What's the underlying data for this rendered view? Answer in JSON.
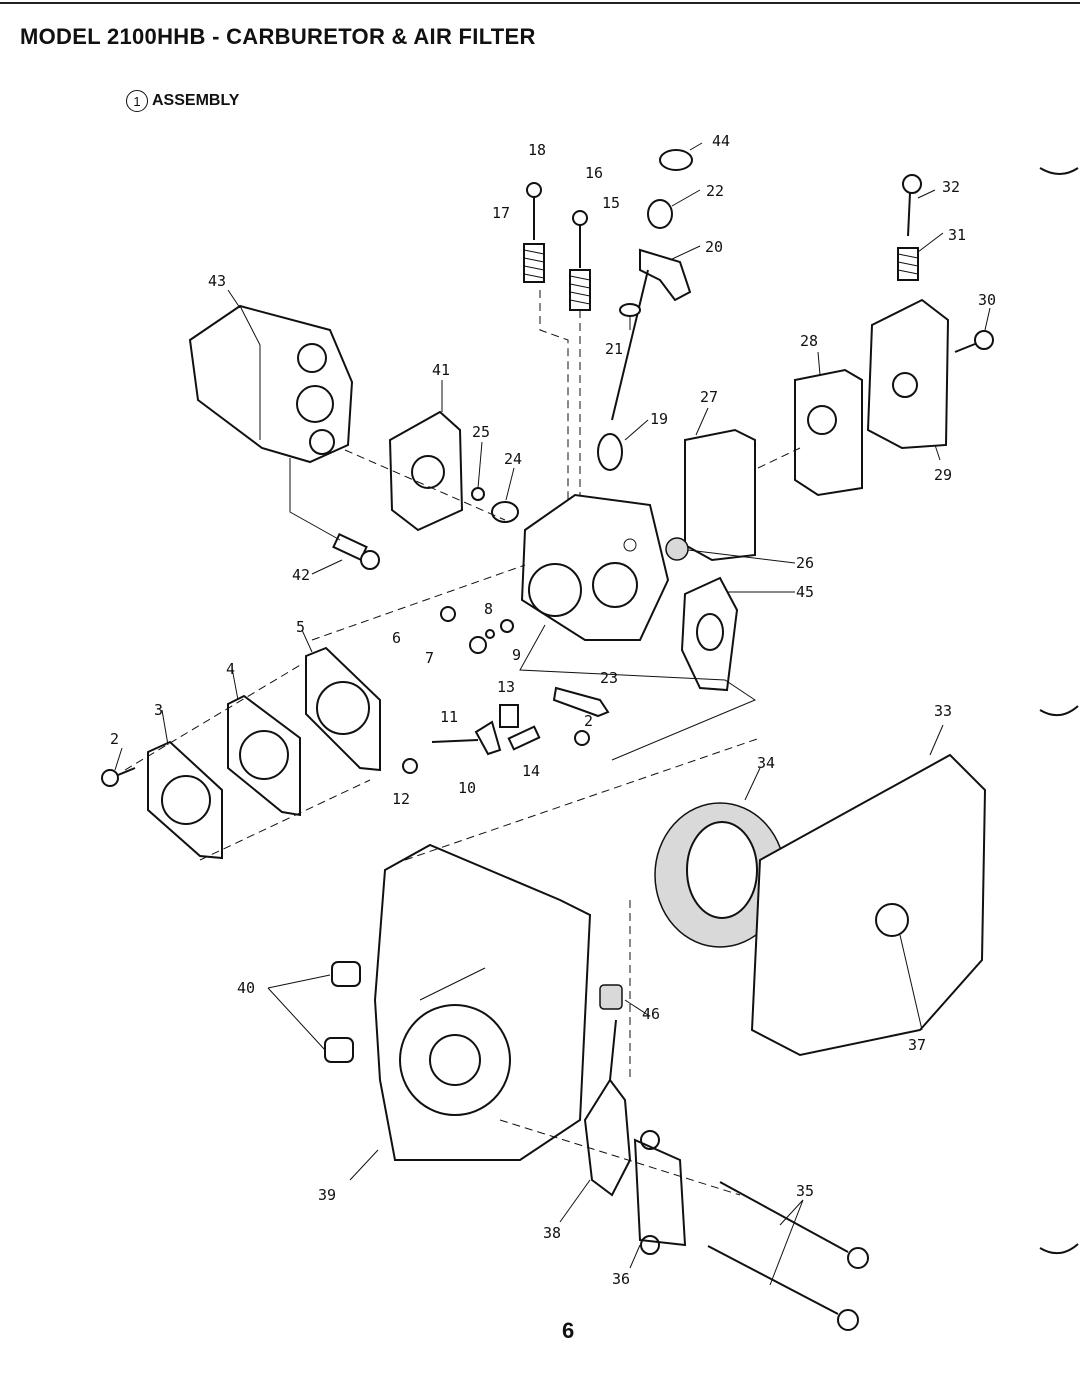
{
  "page": {
    "title": "MODEL 2100HHB - CARBURETOR & AIR FILTER",
    "section_number": "1",
    "section_label": "ASSEMBLY",
    "page_number": "6"
  },
  "callouts": {
    "c2a": "2",
    "c2b": "2",
    "c3": "3",
    "c4": "4",
    "c5": "5",
    "c6": "6",
    "c7": "7",
    "c8": "8",
    "c9": "9",
    "c10": "10",
    "c11": "11",
    "c12": "12",
    "c13": "13",
    "c14": "14",
    "c15": "15",
    "c16": "16",
    "c17": "17",
    "c18": "18",
    "c19": "19",
    "c20": "20",
    "c21": "21",
    "c22": "22",
    "c23": "23",
    "c24": "24",
    "c25": "25",
    "c26": "26",
    "c27": "27",
    "c28": "28",
    "c29": "29",
    "c30": "30",
    "c31": "31",
    "c32": "32",
    "c33": "33",
    "c34": "34",
    "c35": "35",
    "c36": "36",
    "c37": "37",
    "c38": "38",
    "c39": "39",
    "c40": "40",
    "c41": "41",
    "c42": "42",
    "c43": "43",
    "c44": "44",
    "c45": "45",
    "c46": "46"
  }
}
